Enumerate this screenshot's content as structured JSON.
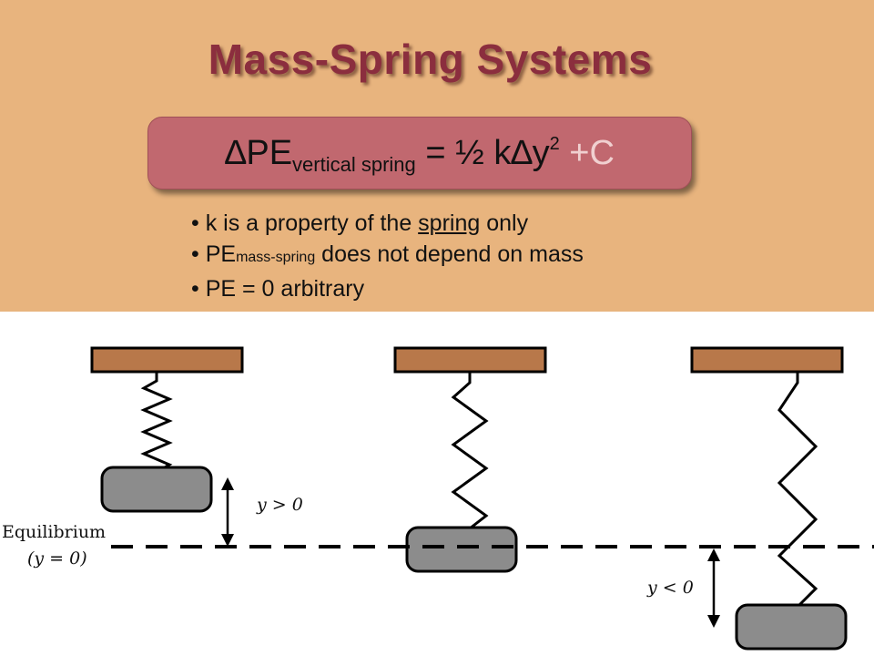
{
  "title": "Mass-Spring Systems",
  "formula": {
    "delta": "∆",
    "pe": "PE",
    "subscript": "vertical spring",
    "equals": " = ½ k",
    "delta2": "∆",
    "y": "y",
    "exponent": "2",
    "constant": "+C"
  },
  "bullets": {
    "b1_pre": "k is a property of the ",
    "b1_underlined": "spring",
    "b1_post": " only",
    "b2_pe": "PE",
    "b2_sub": "mass-spring",
    "b2_post": " does not depend on mass",
    "b3": "PE = 0 arbitrary",
    "bullet_char": "•"
  },
  "diagram": {
    "equilibrium_label": "Equilibrium",
    "equilibrium_sub": "(y = 0)",
    "y_positive_label": "y > 0",
    "y_negative_label": "y < 0"
  },
  "colors": {
    "background_top": "#e8b47e",
    "title": "#8b2e3e",
    "formula_box": "#c1686f",
    "ceiling": "#b8784a",
    "mass": "#8c8c8c"
  }
}
